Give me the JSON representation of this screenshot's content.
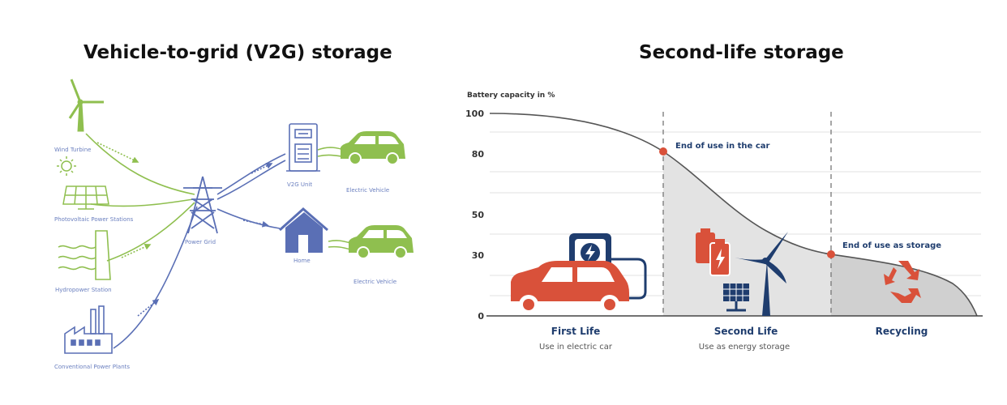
{
  "v2g": {
    "title": "Vehicle-to-grid (V2G) storage",
    "labels": {
      "wind": "Wind Turbine",
      "solar": "Photovoltaic Power Stations",
      "hydro": "Hydropower Station",
      "conventional": "Conventional Power Plants",
      "grid": "Power Grid",
      "v2g_unit": "V2G Unit",
      "home": "Home",
      "ev_top": "Electric Vehicle",
      "ev_bottom": "Electric Vehicle"
    },
    "colors": {
      "renewable": "#8fbf4f",
      "grid": "#5a6fb5",
      "vehicle": "#8fbf4f"
    }
  },
  "second_life": {
    "title": "Second-life storage",
    "axis_title": "Battery capacity in %",
    "y_ticks": [
      {
        "label": "100",
        "value": 100
      },
      {
        "label": "80",
        "value": 80
      },
      {
        "label": "50",
        "value": 50
      },
      {
        "label": "30",
        "value": 30
      },
      {
        "label": "0",
        "value": 0
      }
    ],
    "markers": [
      {
        "label": "End of use in the car",
        "value": 80
      },
      {
        "label": "End of use as storage",
        "value": 30
      }
    ],
    "phases": [
      {
        "name": "First Life",
        "description": "Use in electric car"
      },
      {
        "name": "Second Life",
        "description": "Use as energy storage"
      },
      {
        "name": "Recycling",
        "description": ""
      }
    ],
    "colors": {
      "accent": "#d9513a",
      "curve": "#555555",
      "fill_second": "#e3e3e3",
      "fill_recycling": "#d0d0d0",
      "icon_dark": "#1f3d6e"
    }
  }
}
